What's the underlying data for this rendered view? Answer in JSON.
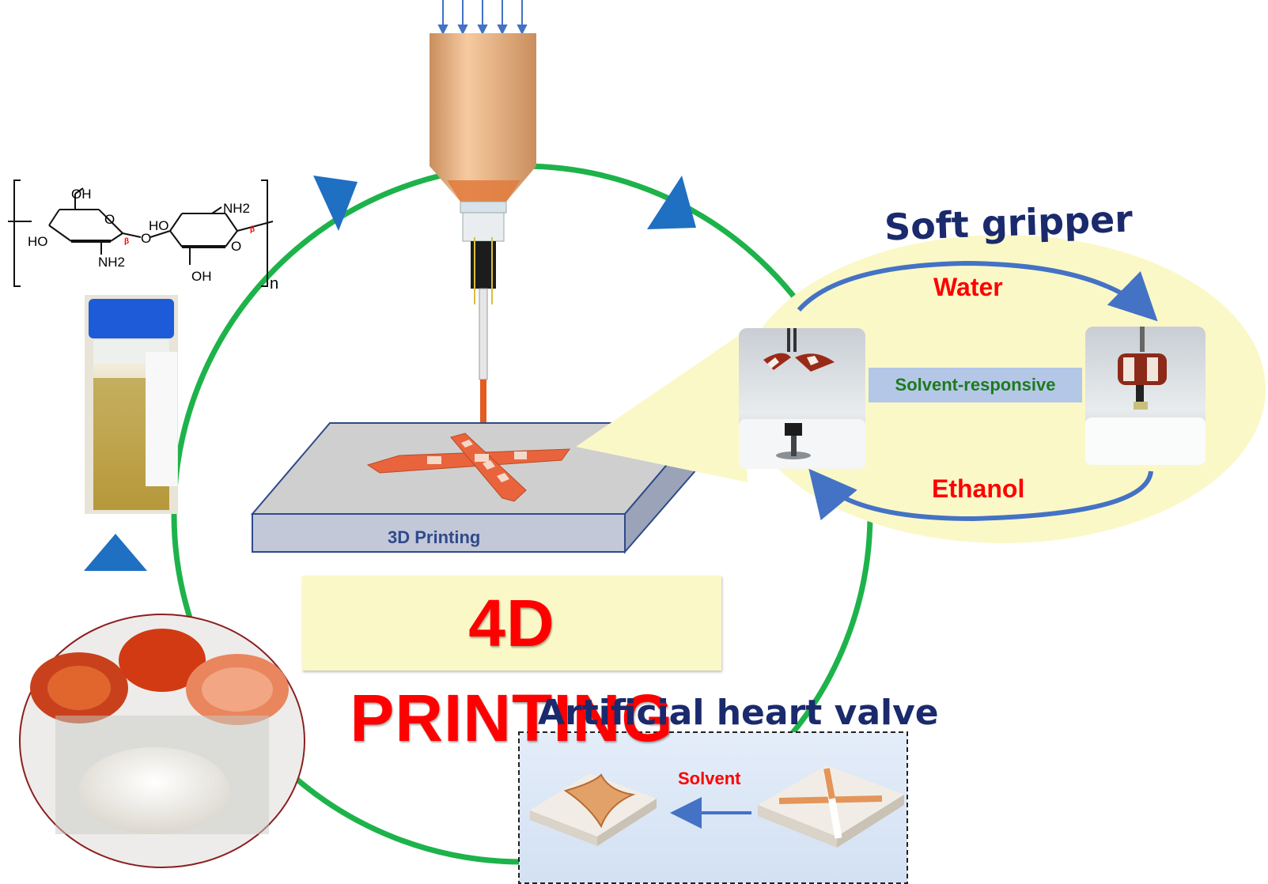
{
  "title": "4D PRINTING",
  "soft_gripper": {
    "title": "Soft gripper",
    "top_label": "Water",
    "bottom_label": "Ethanol",
    "middle_label": "Solvent-responsive"
  },
  "printing": {
    "label": "3D Printing"
  },
  "heart_valve": {
    "title": "Artificial heart valve",
    "arrow_label": "Solvent"
  },
  "chemistry": {
    "oh_top": "OH",
    "nh2_right": "NH2",
    "ho_left": "HO",
    "nh2_bottom": "NH2",
    "ho_mid": "HO",
    "oh_bottom": "OH",
    "o_ring1": "O",
    "o_link": "O",
    "o_ring2": "O",
    "beta1": "β",
    "beta2": "β",
    "repeat_n": "n"
  },
  "colors": {
    "cycle": "#1db34a",
    "cycle_arrow": "#1f6fc2",
    "title_text": "#ff0000",
    "title_box": "#fbf8c8",
    "heading_text": "#1a2a6c",
    "nozzle_body": "#e9b27e"
  }
}
